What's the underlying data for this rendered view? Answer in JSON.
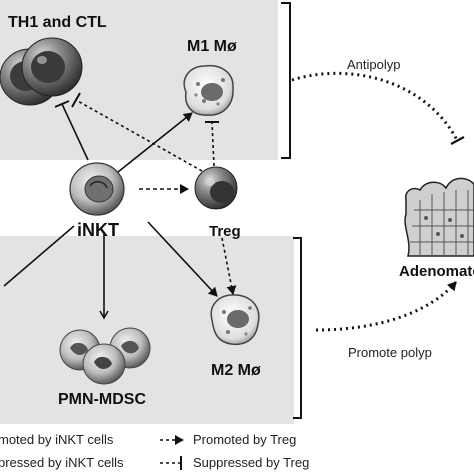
{
  "top_panel_title": "TH1 and CTL",
  "cells": {
    "m1": "M1 Mø",
    "inkt": "iNKT",
    "treg": "Treg",
    "m2": "M2 Mø",
    "mdsc": "PMN-MDSC",
    "adenoma": "Adenomato"
  },
  "outcomes": {
    "antipolyp": "Antipolyp",
    "promote": "Promote polyp"
  },
  "legend": {
    "promoted_inkt": "moted by iNKT cells",
    "promoted_treg": "Promoted by Treg",
    "suppressed_inkt": "pressed by iNKT cells",
    "suppressed_treg": "Suppressed by Treg"
  },
  "colors": {
    "panel_fill": "#e3e3e3",
    "ink": "#111111",
    "cell_dark": "#4a4a4a",
    "cell_light": "#c9c9c9"
  }
}
